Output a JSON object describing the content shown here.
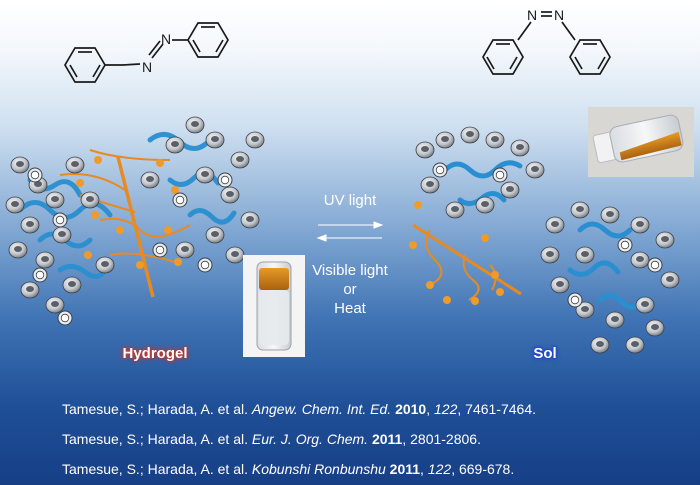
{
  "left_molecule": {
    "atoms": [
      "N",
      "N"
    ]
  },
  "right_molecule": {
    "atoms": [
      "N",
      "N"
    ]
  },
  "arrows": {
    "forward_label": "UV light",
    "reverse_label_line1": "Visible light",
    "reverse_label_line2": "or",
    "reverse_label_line3": "Heat"
  },
  "labels": {
    "hydrogel": "Hydrogel",
    "sol": "Sol"
  },
  "references": [
    {
      "authors": "Tamesue, S.; Harada, A. et al.",
      "journal": "Angew. Chem. Int. Ed.",
      "year": "2010",
      "volume": "122",
      "pages": ", 7461-7464."
    },
    {
      "authors": "Tamesue, S.; Harada, A. et al.",
      "journal": "Eur. J. Org. Chem.",
      "year": "2011",
      "volume": "",
      "pages": ", 2801-2806."
    },
    {
      "authors": "Tamesue, S.; Harada, A. et al.",
      "journal": "Kobunshi Ronbunshu",
      "year": "2011",
      "volume": "122",
      "pages": ", 669-678."
    }
  ],
  "colors": {
    "bond": "#1a1a1a",
    "polymer": "#e88a22",
    "cyclodextrin": "#c9ccd0",
    "protein": "#2a8fd0",
    "vial_liquid": "#d58a1a"
  }
}
